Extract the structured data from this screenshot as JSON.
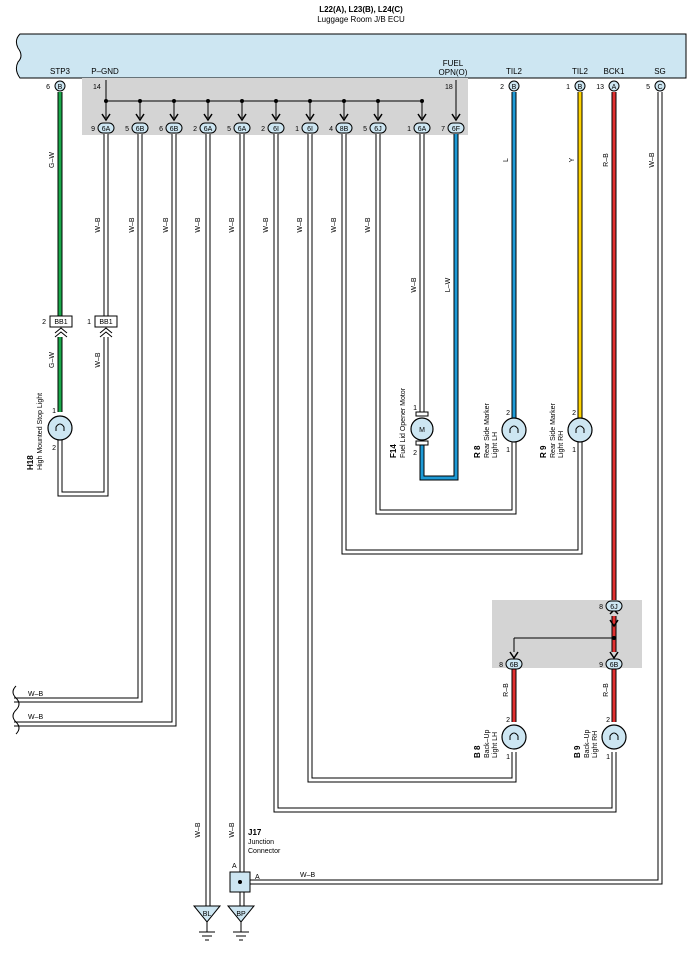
{
  "ecu": {
    "codes": "L22(A), L23(B), L24(C)",
    "name": "Luggage Room J/B ECU",
    "terminals": {
      "stp3": "STP3",
      "pgnd": "P–GND",
      "fuel1": "FUEL",
      "fuel2": "OPN(O)",
      "til2a": "TIL2",
      "til2b": "TIL2",
      "bck1": "BCK1",
      "sg": "SG"
    },
    "pins": {
      "stp3": "6",
      "pgnd": "14",
      "fuel": "18",
      "til2a": "2",
      "til2b": "1",
      "bck1": "13",
      "sg": "5"
    },
    "connectors": {
      "stp3": "B",
      "til2a": "B",
      "til2b": "B",
      "bck1": "A",
      "sg": "C"
    }
  },
  "jb_row": [
    {
      "pin": "9",
      "conn": "6A"
    },
    {
      "pin": "5",
      "conn": "6B"
    },
    {
      "pin": "6",
      "conn": "6B"
    },
    {
      "pin": "2",
      "conn": "6A"
    },
    {
      "pin": "5",
      "conn": "6A"
    },
    {
      "pin": "2",
      "conn": "6I"
    },
    {
      "pin": "1",
      "conn": "6I"
    },
    {
      "pin": "4",
      "conn": "8B"
    },
    {
      "pin": "5",
      "conn": "6J"
    },
    {
      "pin": "1",
      "conn": "6A"
    },
    {
      "pin": "7",
      "conn": "6F"
    }
  ],
  "wire_colors": {
    "gw": "G–W",
    "wb": "W–B",
    "l": "L",
    "y": "Y",
    "rb": "R–B",
    "lw": "L–W"
  },
  "bb1": {
    "label": "BB1",
    "pin_left": "2",
    "pin_right": "1"
  },
  "components": {
    "h18": {
      "code": "H18",
      "name": "High Mounted Stop Light",
      "pin1": "1",
      "pin2": "2"
    },
    "f14": {
      "code": "F14",
      "name": "Fuel Lid Opener Motor",
      "pin1": "1",
      "pin2": "2",
      "symbol": "M"
    },
    "r8": {
      "code": "R 8",
      "name1": "Rear Side Marker",
      "name2": "Light LH",
      "pin1": "1",
      "pin2": "2"
    },
    "r9": {
      "code": "R 9",
      "name1": "Rear Side Marker",
      "name2": "Light RH",
      "pin1": "1",
      "pin2": "2"
    },
    "b8": {
      "code": "B 8",
      "name1": "Back–Up",
      "name2": "Light LH",
      "pin1": "1",
      "pin2": "2"
    },
    "b9": {
      "code": "B 9",
      "name1": "Back–Up",
      "name2": "Light RH",
      "pin1": "1",
      "pin2": "2"
    }
  },
  "backup_jb": {
    "top": {
      "pin": "8",
      "conn": "6J"
    },
    "left": {
      "pin": "8",
      "conn": "6B"
    },
    "right": {
      "pin": "9",
      "conn": "6B"
    }
  },
  "j17": {
    "code": "J17",
    "name1": "Junction",
    "name2": "Connector",
    "pin_top": "A",
    "pin_right": "A"
  },
  "grounds": {
    "bl": "BL",
    "bp": "BP"
  },
  "colors": {
    "ecu_fill": "#cde6f2",
    "jb_fill": "#d4d4d4",
    "green": "#1aa84a",
    "blue": "#1e9ad6",
    "yellow": "#ffd400",
    "red": "#e03030",
    "lamp_fill": "#cde6f2"
  }
}
